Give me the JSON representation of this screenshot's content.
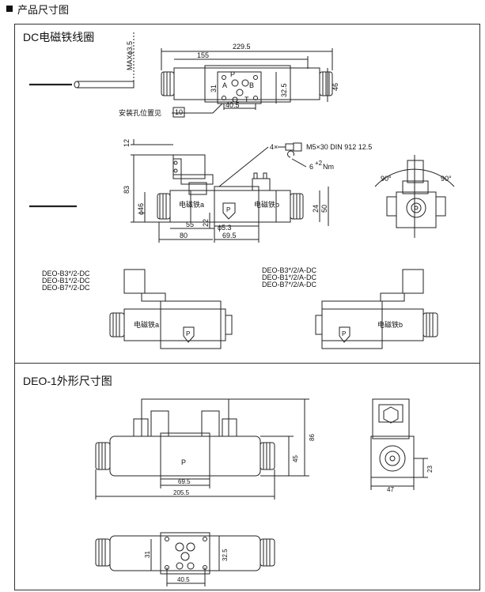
{
  "header": {
    "title": "产品尺寸图"
  },
  "panel1": {
    "title": "DC电磁铁线圈",
    "dims_top": {
      "max_d": "MAXϕ3.5",
      "w229": "229.5",
      "w155": "155",
      "h46": "46",
      "h31": "31",
      "h32": "32.5",
      "w40": "40.5",
      "port_p": "P",
      "port_a": "A",
      "port_b": "B",
      "port_t": "T"
    },
    "mount_note": "安装孔位置见",
    "mount_ref": "10",
    "screw": "4×",
    "screw_spec": "M5×30  DIN 912 12.5",
    "torque": "6",
    "torque_sup": "+2",
    "torque_unit": "Nm",
    "dims_mid": {
      "h12": "12",
      "h83": "83",
      "h46": "ϕ46",
      "h22": "22",
      "h24": "24",
      "h50": "50",
      "w55": "55",
      "d53": "ϕ5.3",
      "w80": "80",
      "w69": "69.5"
    },
    "coil_a": "电磁铁a",
    "coil_b": "电磁铁b",
    "angle_left": "90°",
    "angle_right": "90°",
    "variants_left": [
      "DEO-B3*/2-DC",
      "DEO-B1*/2-DC",
      "DEO-B7*/2-DC"
    ],
    "variants_right": [
      "DEO-B3*/2/A-DC",
      "DEO-B1*/2/A-DC",
      "DEO-B7*/2/A-DC"
    ],
    "coil_left_label": "电磁铁a",
    "coil_right_label": "电磁铁b",
    "p_mark": "P"
  },
  "panel2": {
    "title": "DEO-1外形尺寸图",
    "dims": {
      "h86": "86",
      "h45": "45",
      "w69": "69.5",
      "w205": "205.5",
      "h23": "23",
      "w47": "47",
      "h31": "31",
      "h32": "32.5",
      "w40": "40.5"
    },
    "p_mark": "P"
  }
}
